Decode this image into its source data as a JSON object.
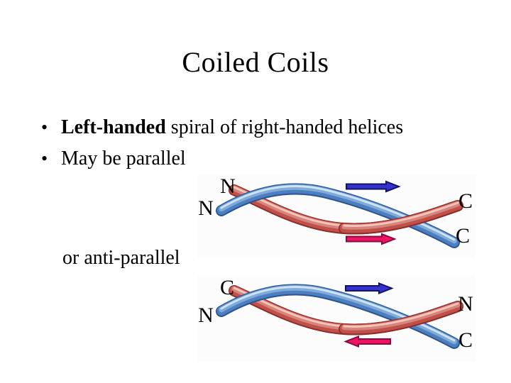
{
  "slide": {
    "title": "Coiled Coils",
    "bullets": [
      {
        "marker": "•",
        "bold": "Left-handed",
        "rest": " spiral of right-handed helices"
      },
      {
        "marker": "•",
        "bold": "",
        "rest": "May be parallel"
      }
    ],
    "sub_text": "or anti-parallel"
  },
  "colors": {
    "tube_blue": "#4d7fc0",
    "tube_red": "#c0504a",
    "arrow_blue": "#3431cd",
    "arrow_pink": "#ee1462"
  },
  "diagram_parallel": {
    "labels": {
      "top_left": "N",
      "left": "N",
      "right_top": "C",
      "right_bottom": "C"
    },
    "arrows": {
      "top": {
        "color": "blue",
        "direction": "right"
      },
      "bottom": {
        "color": "pink",
        "direction": "right"
      }
    }
  },
  "diagram_antiparallel": {
    "labels": {
      "top_left": "C",
      "left": "N",
      "right_top": "N",
      "right_bottom": "C"
    },
    "arrows": {
      "top": {
        "color": "blue",
        "direction": "right"
      },
      "bottom": {
        "color": "pink",
        "direction": "left"
      }
    }
  }
}
